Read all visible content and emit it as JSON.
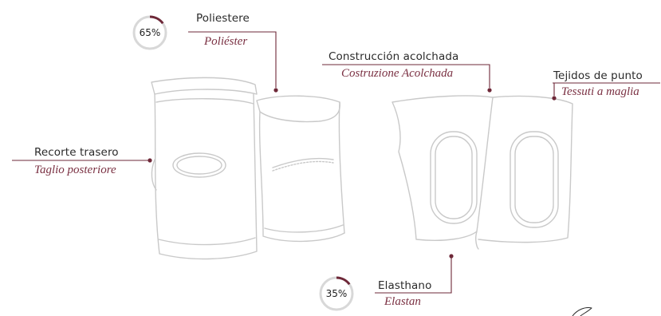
{
  "colors": {
    "accent": "#6e2838",
    "ring_track": "#d8d8d8",
    "sketch": "#c9c9c9"
  },
  "badges": {
    "top": {
      "label": "65%",
      "value": 65
    },
    "bottom": {
      "label": "35%",
      "value": 35
    }
  },
  "callouts": {
    "poliestere": {
      "es": "Poliestere",
      "it": "Poliéster"
    },
    "construccion": {
      "es": "Construcción acolchada",
      "it": "Costruzione Acolchada"
    },
    "tejidos": {
      "es": "Tejidos de punto",
      "it": "Tessuti a maglia"
    },
    "recorte": {
      "es": "Recorte trasero",
      "it": "Taglio posteriore"
    },
    "elasthano": {
      "es": "Elasthano",
      "it": "Elastan"
    }
  }
}
